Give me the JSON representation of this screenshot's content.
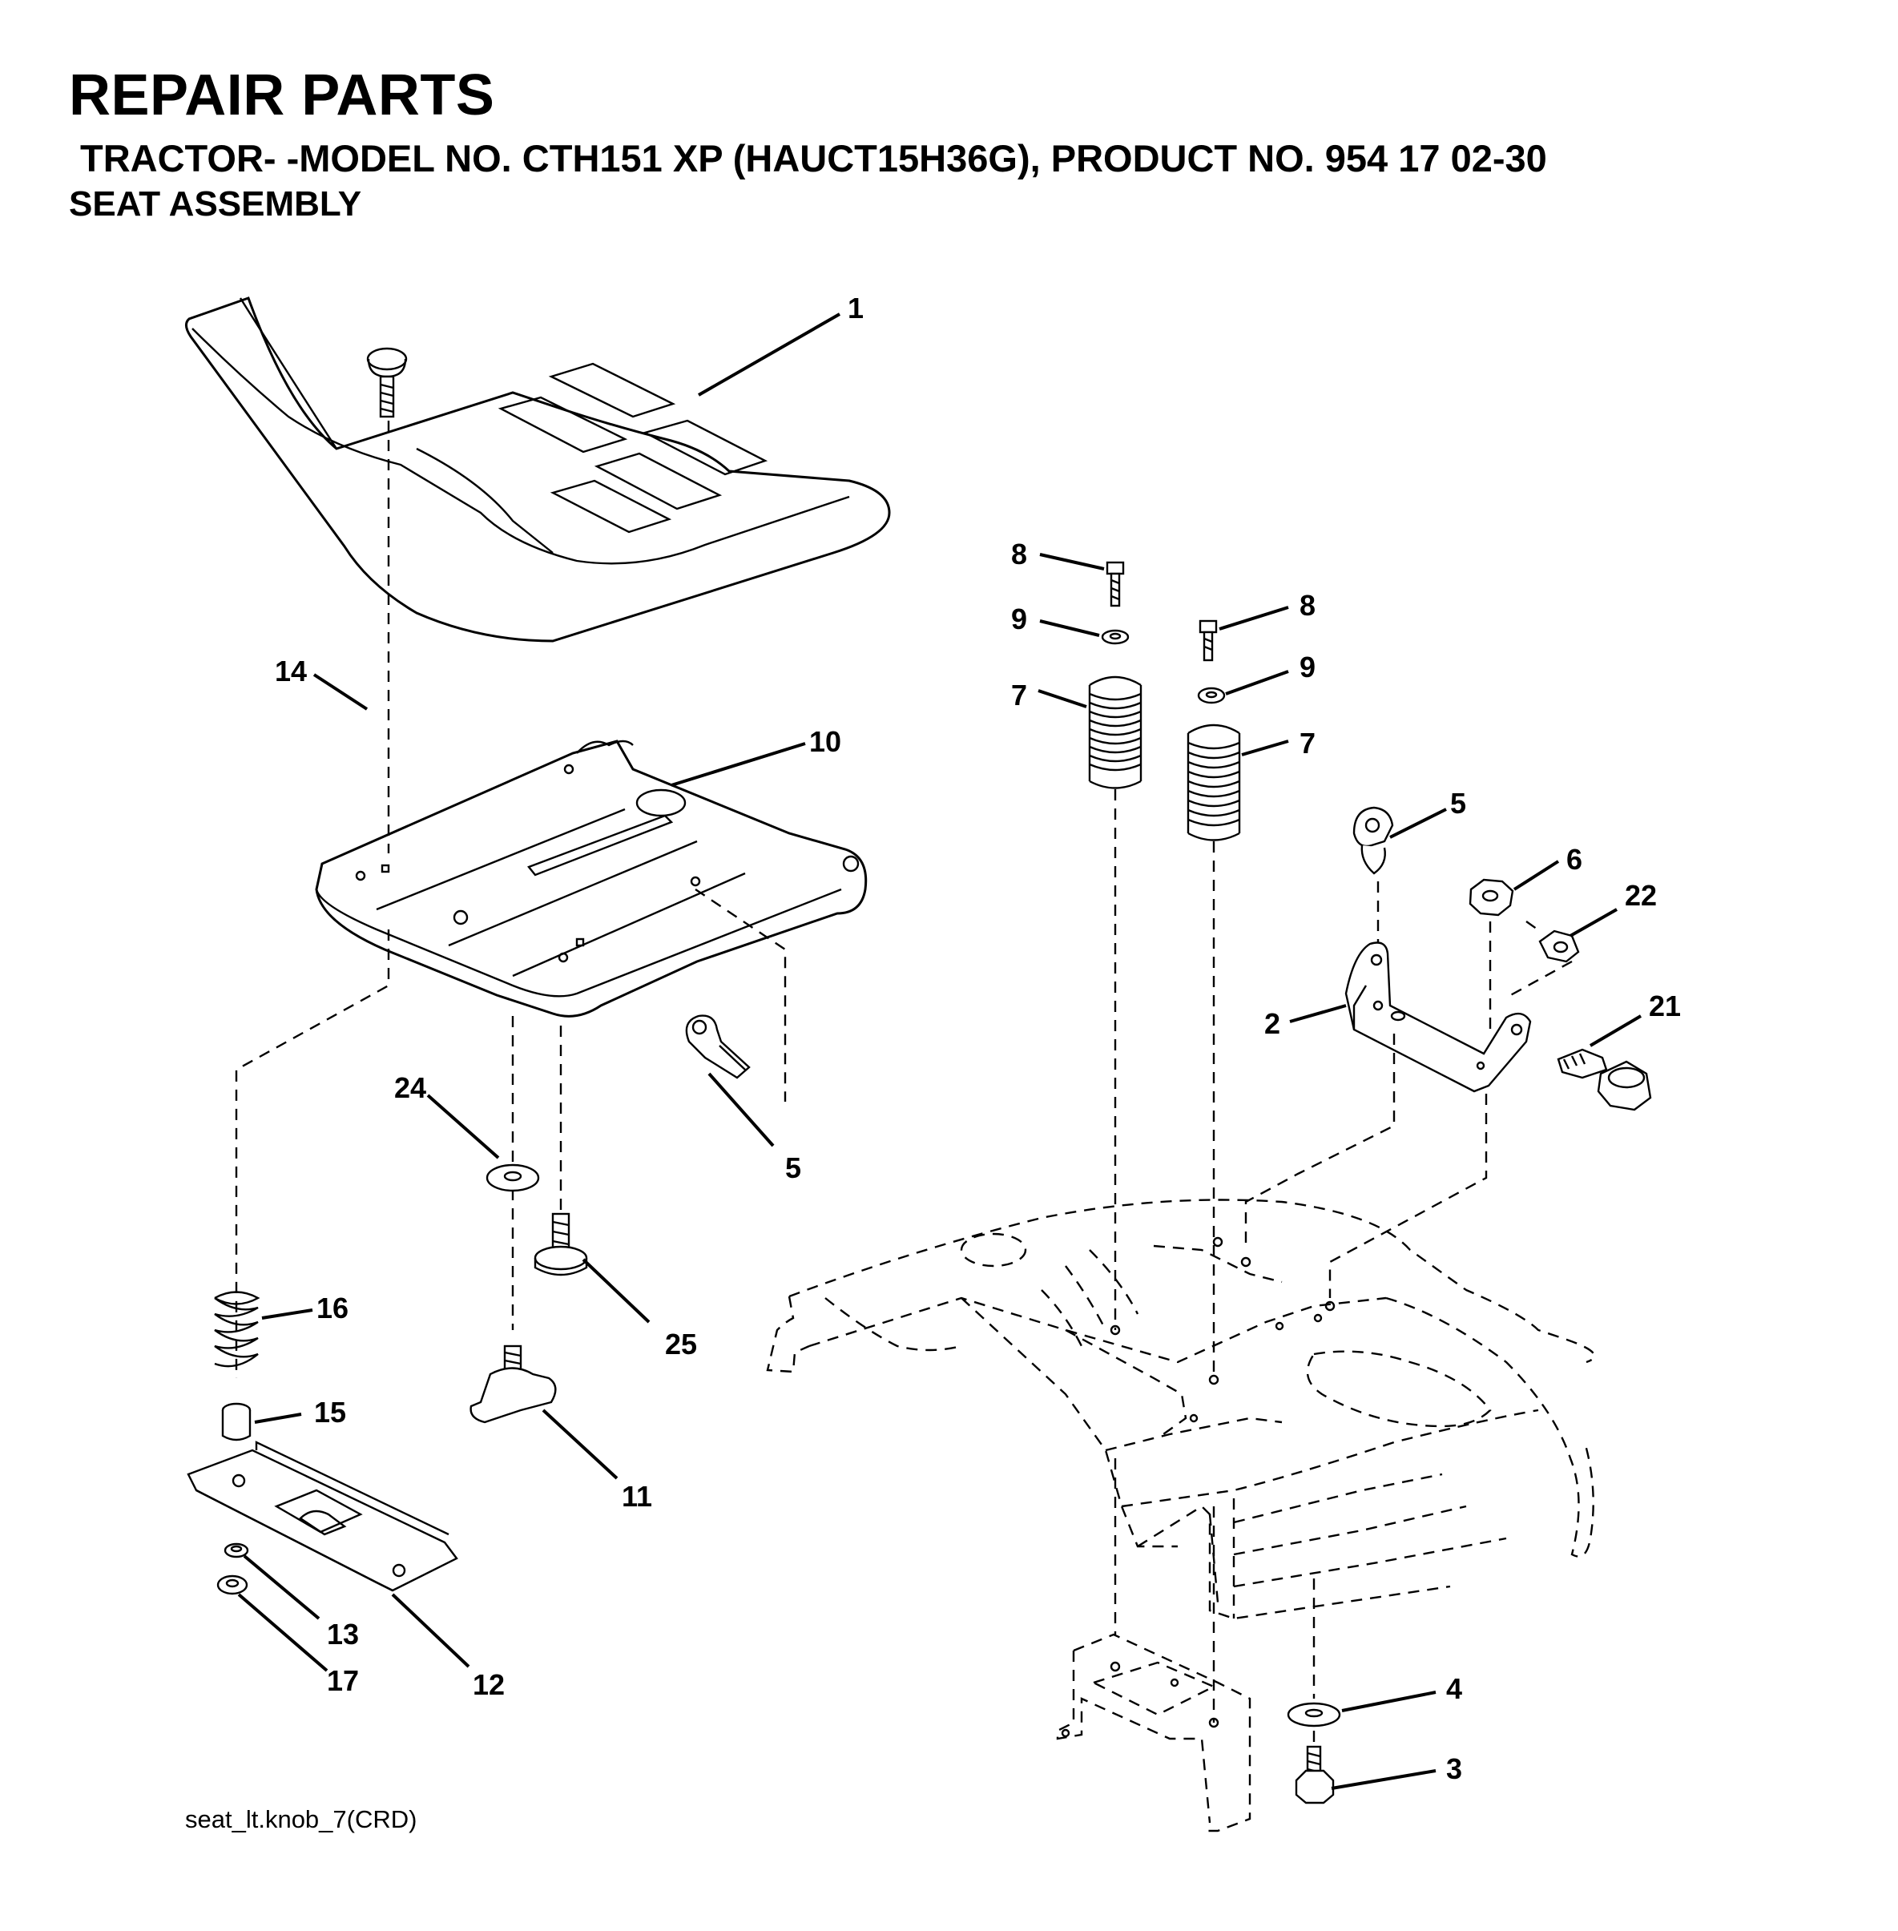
{
  "header": {
    "title": "REPAIR PARTS",
    "subtitle": "TRACTOR- -MODEL NO. CTH151 XP (HAUCT15H36G), PRODUCT NO. 954 17 02-30",
    "section": "SEAT ASSEMBLY"
  },
  "callouts": [
    {
      "id": "c1",
      "text": "1"
    },
    {
      "id": "c14",
      "text": "14"
    },
    {
      "id": "c10",
      "text": "10"
    },
    {
      "id": "c24",
      "text": "24"
    },
    {
      "id": "c5a",
      "text": "5"
    },
    {
      "id": "c25",
      "text": "25"
    },
    {
      "id": "c16",
      "text": "16"
    },
    {
      "id": "c15",
      "text": "15"
    },
    {
      "id": "c11",
      "text": "11"
    },
    {
      "id": "c13",
      "text": "13"
    },
    {
      "id": "c17",
      "text": "17"
    },
    {
      "id": "c12",
      "text": "12"
    },
    {
      "id": "c8a",
      "text": "8"
    },
    {
      "id": "c9a",
      "text": "9"
    },
    {
      "id": "c7a",
      "text": "7"
    },
    {
      "id": "c8b",
      "text": "8"
    },
    {
      "id": "c9b",
      "text": "9"
    },
    {
      "id": "c7b",
      "text": "7"
    },
    {
      "id": "c5b",
      "text": "5"
    },
    {
      "id": "c6",
      "text": "6"
    },
    {
      "id": "c22",
      "text": "22"
    },
    {
      "id": "c2",
      "text": "2"
    },
    {
      "id": "c21",
      "text": "21"
    },
    {
      "id": "c4",
      "text": "4"
    },
    {
      "id": "c3",
      "text": "3"
    }
  ],
  "footer": "seat_lt.knob_7(CRD)"
}
